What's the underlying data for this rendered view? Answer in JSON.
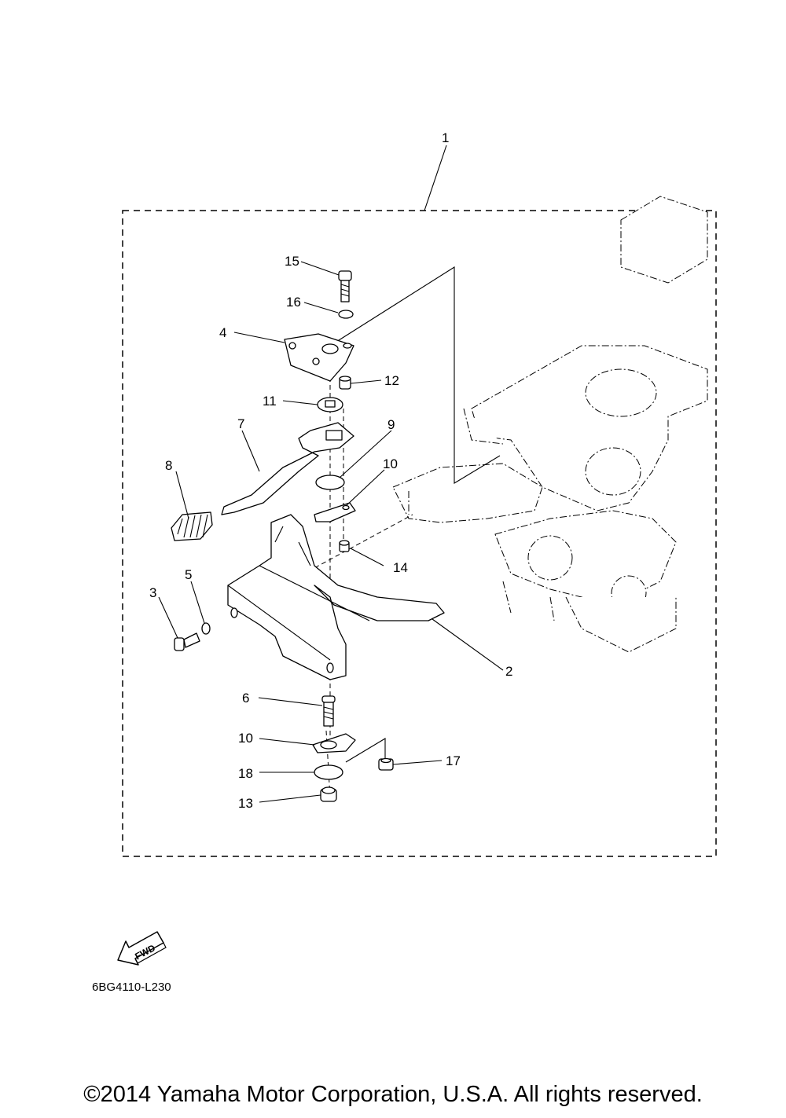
{
  "diagram": {
    "callouts": [
      {
        "id": "c1",
        "label": "1"
      },
      {
        "id": "c2",
        "label": "2"
      },
      {
        "id": "c3",
        "label": "3"
      },
      {
        "id": "c4",
        "label": "4"
      },
      {
        "id": "c5",
        "label": "5"
      },
      {
        "id": "c6",
        "label": "6"
      },
      {
        "id": "c7",
        "label": "7"
      },
      {
        "id": "c8",
        "label": "8"
      },
      {
        "id": "c9",
        "label": "9"
      },
      {
        "id": "c10a",
        "label": "10"
      },
      {
        "id": "c10b",
        "label": "10"
      },
      {
        "id": "c11",
        "label": "11"
      },
      {
        "id": "c12",
        "label": "12"
      },
      {
        "id": "c13",
        "label": "13"
      },
      {
        "id": "c14",
        "label": "14"
      },
      {
        "id": "c15",
        "label": "15"
      },
      {
        "id": "c16",
        "label": "16"
      },
      {
        "id": "c17",
        "label": "17"
      },
      {
        "id": "c18",
        "label": "18"
      }
    ],
    "fwd_label": "FWD",
    "reference_code": "6BG4110-L230"
  },
  "footer": {
    "copyright": "©2014 Yamaha Motor Corporation, U.S.A. All rights reserved."
  }
}
